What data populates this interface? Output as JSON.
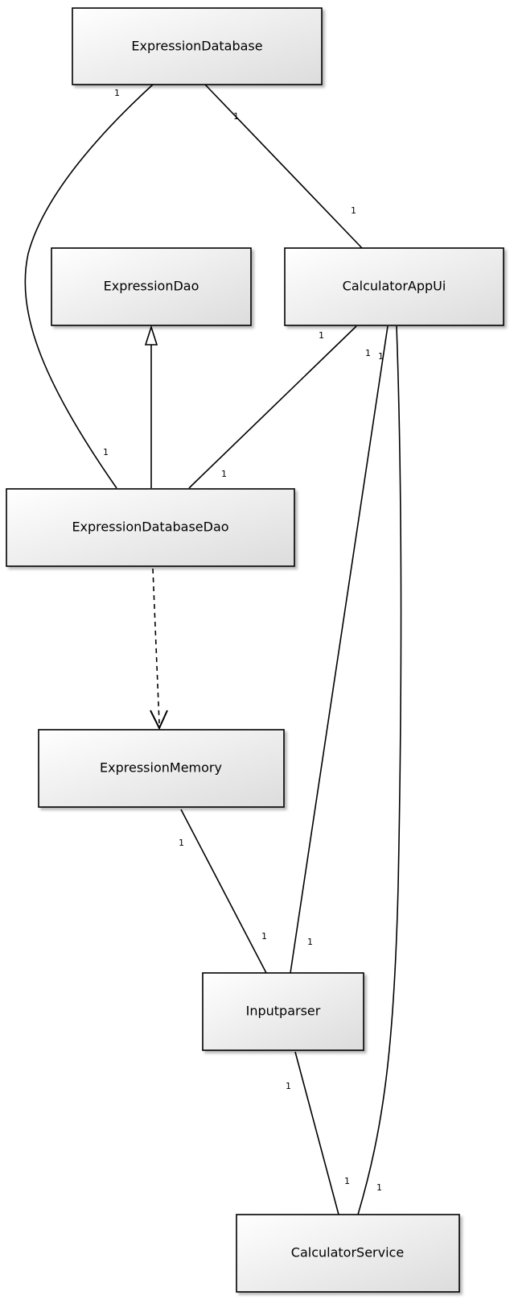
{
  "nodes": [
    {
      "id": "expression-database",
      "label": "ExpressionDatabase"
    },
    {
      "id": "expression-dao",
      "label": "ExpressionDao"
    },
    {
      "id": "calculator-app-ui",
      "label": "CalculatorAppUi"
    },
    {
      "id": "expression-database-dao",
      "label": "ExpressionDatabaseDao"
    },
    {
      "id": "expression-memory",
      "label": "ExpressionMemory"
    },
    {
      "id": "inputparser",
      "label": "Inputparser"
    },
    {
      "id": "calculator-service",
      "label": "CalculatorService"
    }
  ],
  "edges": [
    {
      "from": "expression-database",
      "to": "expression-database-dao",
      "kind": "association",
      "from_mult": "1",
      "to_mult": "1"
    },
    {
      "from": "expression-database",
      "to": "calculator-app-ui",
      "kind": "association",
      "from_mult": "1",
      "to_mult": "1"
    },
    {
      "from": "expression-database-dao",
      "to": "expression-dao",
      "kind": "realization"
    },
    {
      "from": "calculator-app-ui",
      "to": "expression-database-dao",
      "kind": "association",
      "from_mult": "1",
      "to_mult": "1"
    },
    {
      "from": "calculator-app-ui",
      "to": "inputparser",
      "kind": "association",
      "from_mult": "1",
      "to_mult": "1"
    },
    {
      "from": "calculator-app-ui",
      "to": "calculator-service",
      "kind": "association",
      "from_mult": "1",
      "to_mult": "1"
    },
    {
      "from": "expression-database-dao",
      "to": "expression-memory",
      "kind": "dependency"
    },
    {
      "from": "expression-memory",
      "to": "inputparser",
      "kind": "association",
      "from_mult": "1",
      "to_mult": "1"
    },
    {
      "from": "inputparser",
      "to": "calculator-service",
      "kind": "association",
      "from_mult": "1",
      "to_mult": "1"
    }
  ]
}
